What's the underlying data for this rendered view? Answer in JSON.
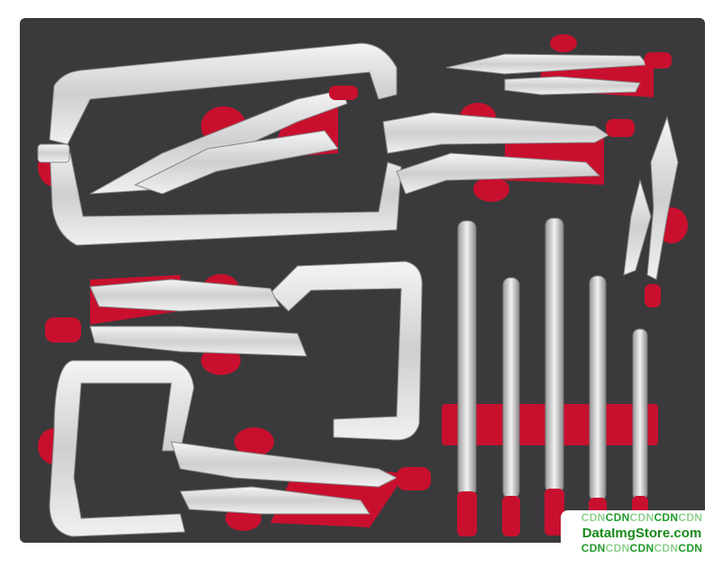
{
  "image": {
    "subject": "tool-tray-locking-pliers-set",
    "colors": {
      "foam": "#3a3a3c",
      "accent_red": "#c8102e",
      "chrome": "#e2e2e2"
    }
  },
  "watermark": {
    "line1": [
      "CDN",
      "CDN",
      "CDN",
      "CDN",
      "CDN"
    ],
    "line2": "DataImgStore.com",
    "line3": [
      "CDN",
      "CDN",
      "CDN",
      "CDN",
      "CDN"
    ]
  }
}
